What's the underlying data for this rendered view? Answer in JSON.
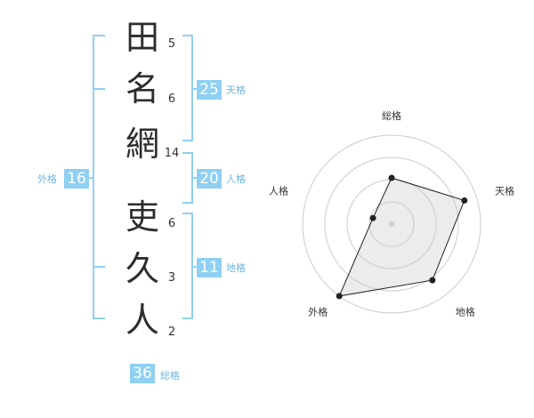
{
  "name": {
    "chars": [
      {
        "char": "田",
        "strokes": "5"
      },
      {
        "char": "名",
        "strokes": "6"
      },
      {
        "char": "網",
        "strokes": "14"
      },
      {
        "char": "吏",
        "strokes": "6"
      },
      {
        "char": "久",
        "strokes": "3"
      },
      {
        "char": "人",
        "strokes": "2"
      }
    ]
  },
  "fortunes": {
    "tenkaku": {
      "value": "25",
      "label": "天格"
    },
    "jinkaku": {
      "value": "20",
      "label": "人格"
    },
    "chikaku": {
      "value": "11",
      "label": "地格"
    },
    "gaikaku": {
      "value": "16",
      "label": "外格"
    },
    "soukaku": {
      "value": "36",
      "label": "総格"
    }
  },
  "colors": {
    "accent": "#8fd0f3",
    "label": "#6fb6e4",
    "bracket": "#8fd0f3"
  },
  "chart_data": {
    "type": "radar",
    "axes": [
      "総格",
      "天格",
      "地格",
      "外格",
      "人格"
    ],
    "values": [
      0.52,
      0.86,
      0.78,
      1.0,
      0.22
    ],
    "range": [
      0,
      1
    ],
    "rings": 4
  }
}
